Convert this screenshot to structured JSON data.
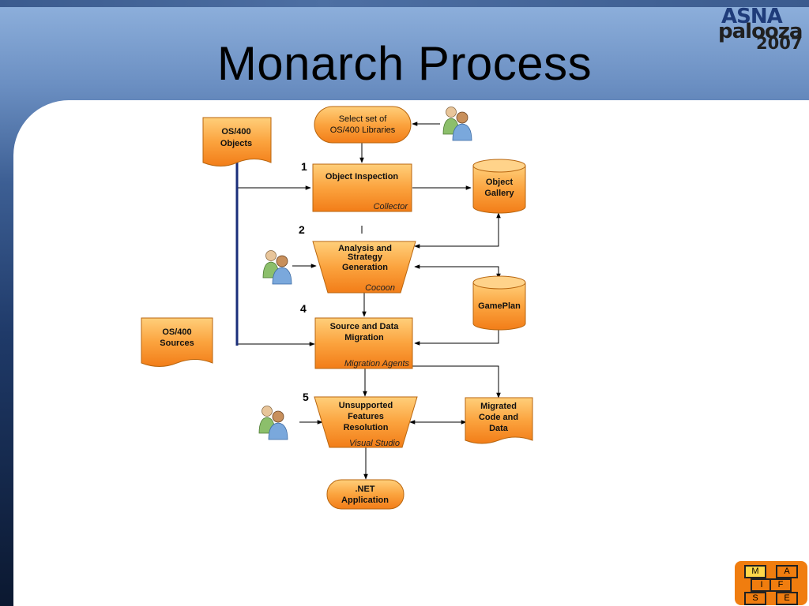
{
  "slide": {
    "title": "Monarch Process",
    "logo": {
      "line1": "ASNA",
      "line2": "palooza",
      "line3": "2007"
    },
    "badge": {
      "cells": [
        "M",
        "A",
        "I",
        "F",
        "S",
        "E"
      ],
      "highlighted": "M"
    }
  },
  "colors": {
    "node_fill_top": "#ffc266",
    "node_fill_bottom": "#f58a1f",
    "node_stroke": "#b8660f",
    "connector": "#000000",
    "vertical_line": "#1a2e7a"
  },
  "diagram": {
    "start": "Select set of OS/400 Libraries",
    "os400_objects": [
      "OS/400",
      "Objects"
    ],
    "os400_sources": [
      "OS/400",
      "Sources"
    ],
    "step1": {
      "number": "1",
      "title": "Object Inspection",
      "tool": "Collector"
    },
    "step2": {
      "number": "2",
      "title": [
        "Analysis and",
        "Strategy",
        "Generation"
      ],
      "tool": "Cocoon"
    },
    "step4": {
      "number": "4",
      "title": [
        "Source and Data",
        "Migration"
      ],
      "tool": "Migration Agents"
    },
    "step5": {
      "number": "5",
      "title": [
        "Unsupported",
        "Features",
        "Resolution"
      ],
      "tool": "Visual Studio"
    },
    "object_gallery": [
      "Object",
      "Gallery"
    ],
    "gameplan": "GamePlan",
    "migrated": [
      "Migrated",
      "Code and",
      "Data"
    ],
    "net_app": [
      ".NET",
      "Application"
    ],
    "start_lines": [
      "Select set of",
      "OS/400 Libraries"
    ]
  },
  "icons": [
    "people-icon",
    "people-icon",
    "people-icon"
  ]
}
